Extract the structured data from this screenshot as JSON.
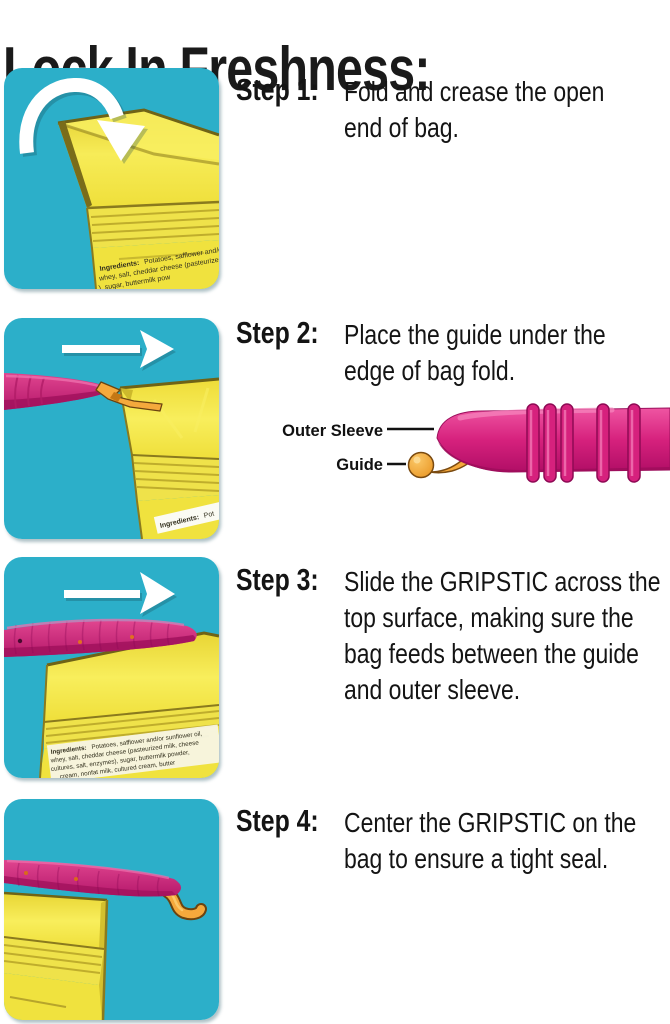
{
  "title": "Lock In Freshness:",
  "steps": [
    {
      "label": "Step 1:",
      "text": "Fold and crease the open\nend of bag."
    },
    {
      "label": "Step 2:",
      "text": "Place the guide under the\nedge of bag fold."
    },
    {
      "label": "Step 3:",
      "text": "Slide the GRIPSTIC across the\ntop surface, making sure the\nbag feeds between the guide\nand outer sleeve."
    },
    {
      "label": "Step 4:",
      "text": "Center the GRIPSTIC on the\nbag to ensure a tight seal."
    }
  ],
  "diagram": {
    "outer_sleeve_label": "Outer Sleeve",
    "guide_label": "Guide"
  },
  "bags": {
    "prefix": "Ingredients:",
    "step1_line1": "Potatoes, safflower and/or sunflowe",
    "step1_line2": "whey, salt, cheddar cheese (pasteurized milk, ch",
    "step1_line3": "), sugar, buttermilk pow",
    "step2_line1": "Pot",
    "step3_line1": "Potatoes, safflower and/or sunflower oil,",
    "step3_line2": "whey, salt, cheddar cheese (pasteurized milk, cheese",
    "step3_line3": "cultures, salt, enzymes), sugar, buttermilk powder,",
    "step3_line4": "cream, nonfat milk, cultured cream, butter"
  },
  "colors": {
    "teal": "#2CAFC9",
    "yellow": "#F0DE33",
    "pink": "#D5247E",
    "orange": "#F5A93C",
    "text": "#141414"
  }
}
